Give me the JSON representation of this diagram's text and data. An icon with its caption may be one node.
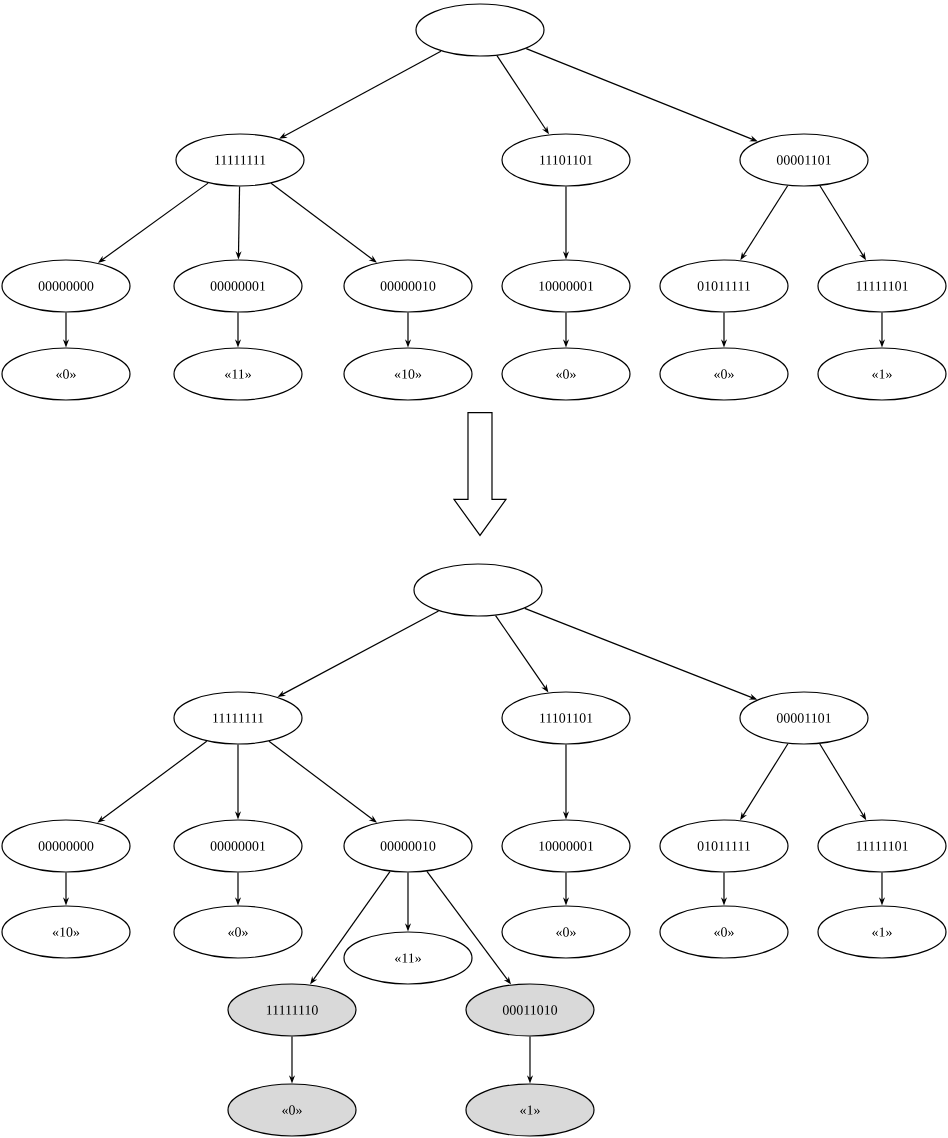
{
  "diagram": {
    "nodes": [
      {
        "text": [],
        "shape": "ellipse"
      },
      {
        "text": [
          "11111111"
        ]
      },
      {
        "text": [
          "11101101"
        ]
      },
      {
        "text": [
          "00001101"
        ]
      },
      {
        "text": [
          "00000000"
        ]
      },
      {
        "text": [
          "00000001"
        ]
      },
      {
        "text": [
          "00000010"
        ]
      },
      {
        "text": [
          "10000001"
        ]
      },
      {
        "text": [
          "01011111"
        ]
      },
      {
        "text": [
          "11111101"
        ]
      },
      {
        "text": [
          "«0»"
        ]
      },
      {
        "text": [
          "«11»"
        ]
      },
      {
        "text": [
          "«10»"
        ]
      },
      {
        "text": [
          "«0»"
        ]
      },
      {
        "text": [
          "«0»"
        ]
      },
      {
        "text": [
          "«1»"
        ]
      },
      {
        "text": [],
        "shape": "ellipse"
      },
      {
        "text": [
          "11111111"
        ]
      },
      {
        "text": [
          "11101101"
        ]
      },
      {
        "text": [
          "00001101"
        ]
      },
      {
        "text": [
          "00000000"
        ]
      },
      {
        "text": [
          "00000001"
        ]
      },
      {
        "text": [
          "00000010"
        ]
      },
      {
        "text": [
          "10000001"
        ]
      },
      {
        "text": [
          "01011111"
        ]
      },
      {
        "text": [
          "11111101"
        ]
      },
      {
        "text": [
          "«10»"
        ]
      },
      {
        "text": [
          "«0»"
        ]
      },
      {
        "text": [
          "«11»"
        ]
      },
      {
        "text": [
          "«0»"
        ]
      },
      {
        "text": [
          "«0»"
        ]
      },
      {
        "text": [
          "«1»"
        ]
      },
      {
        "text": [
          "11111110"
        ]
      },
      {
        "text": [
          "00011010"
        ]
      },
      {
        "text": [
          "«0»"
        ]
      },
      {
        "text": [
          "«1»"
        ]
      }
    ],
    "edges": [
      {
        "from": 0,
        "to": 1,
        "arrow": "to"
      },
      {
        "from": 0,
        "to": 2,
        "arrow": "to"
      },
      {
        "from": 0,
        "to": 3,
        "arrow": "to"
      },
      {
        "from": 1,
        "to": 4,
        "arrow": "to"
      },
      {
        "from": 1,
        "to": 5,
        "arrow": "to"
      },
      {
        "from": 1,
        "to": 6,
        "arrow": "to"
      },
      {
        "from": 2,
        "to": 7,
        "arrow": "to"
      },
      {
        "from": 3,
        "to": 8,
        "arrow": "to"
      },
      {
        "from": 3,
        "to": 9,
        "arrow": "to"
      },
      {
        "from": 4,
        "to": 10,
        "arrow": "to"
      },
      {
        "from": 5,
        "to": 11,
        "arrow": "to"
      },
      {
        "from": 6,
        "to": 12,
        "arrow": "to"
      },
      {
        "from": 7,
        "to": 13,
        "arrow": "to"
      },
      {
        "from": 8,
        "to": 14,
        "arrow": "to"
      },
      {
        "from": 9,
        "to": 15,
        "arrow": "to"
      },
      {
        "from": 16,
        "to": 17,
        "arrow": "to"
      },
      {
        "from": 16,
        "to": 18,
        "arrow": "to"
      },
      {
        "from": 16,
        "to": 19,
        "arrow": "to"
      },
      {
        "from": 17,
        "to": 20,
        "arrow": "to"
      },
      {
        "from": 17,
        "to": 21,
        "arrow": "to"
      },
      {
        "from": 17,
        "to": 22,
        "arrow": "to"
      },
      {
        "from": 18,
        "to": 23,
        "arrow": "to"
      },
      {
        "from": 19,
        "to": 24,
        "arrow": "to"
      },
      {
        "from": 19,
        "to": 25,
        "arrow": "to"
      },
      {
        "from": 20,
        "to": 26,
        "arrow": "to"
      },
      {
        "from": 21,
        "to": 27,
        "arrow": "to"
      },
      {
        "from": 22,
        "to": 28,
        "arrow": "to"
      },
      {
        "from": 22,
        "to": 32,
        "arrow": "to"
      },
      {
        "from": 22,
        "to": 33,
        "arrow": "to"
      },
      {
        "from": 23,
        "to": 29,
        "arrow": "to"
      },
      {
        "from": 24,
        "to": 30,
        "arrow": "to"
      },
      {
        "from": 25,
        "to": 31,
        "arrow": "to"
      },
      {
        "from": 32,
        "to": 34,
        "arrow": "to"
      },
      {
        "from": 33,
        "to": 35,
        "arrow": "to"
      },
      {
        "from": 12,
        "to": 16,
        "arrow": "to"
      }
    ]
  }
}
